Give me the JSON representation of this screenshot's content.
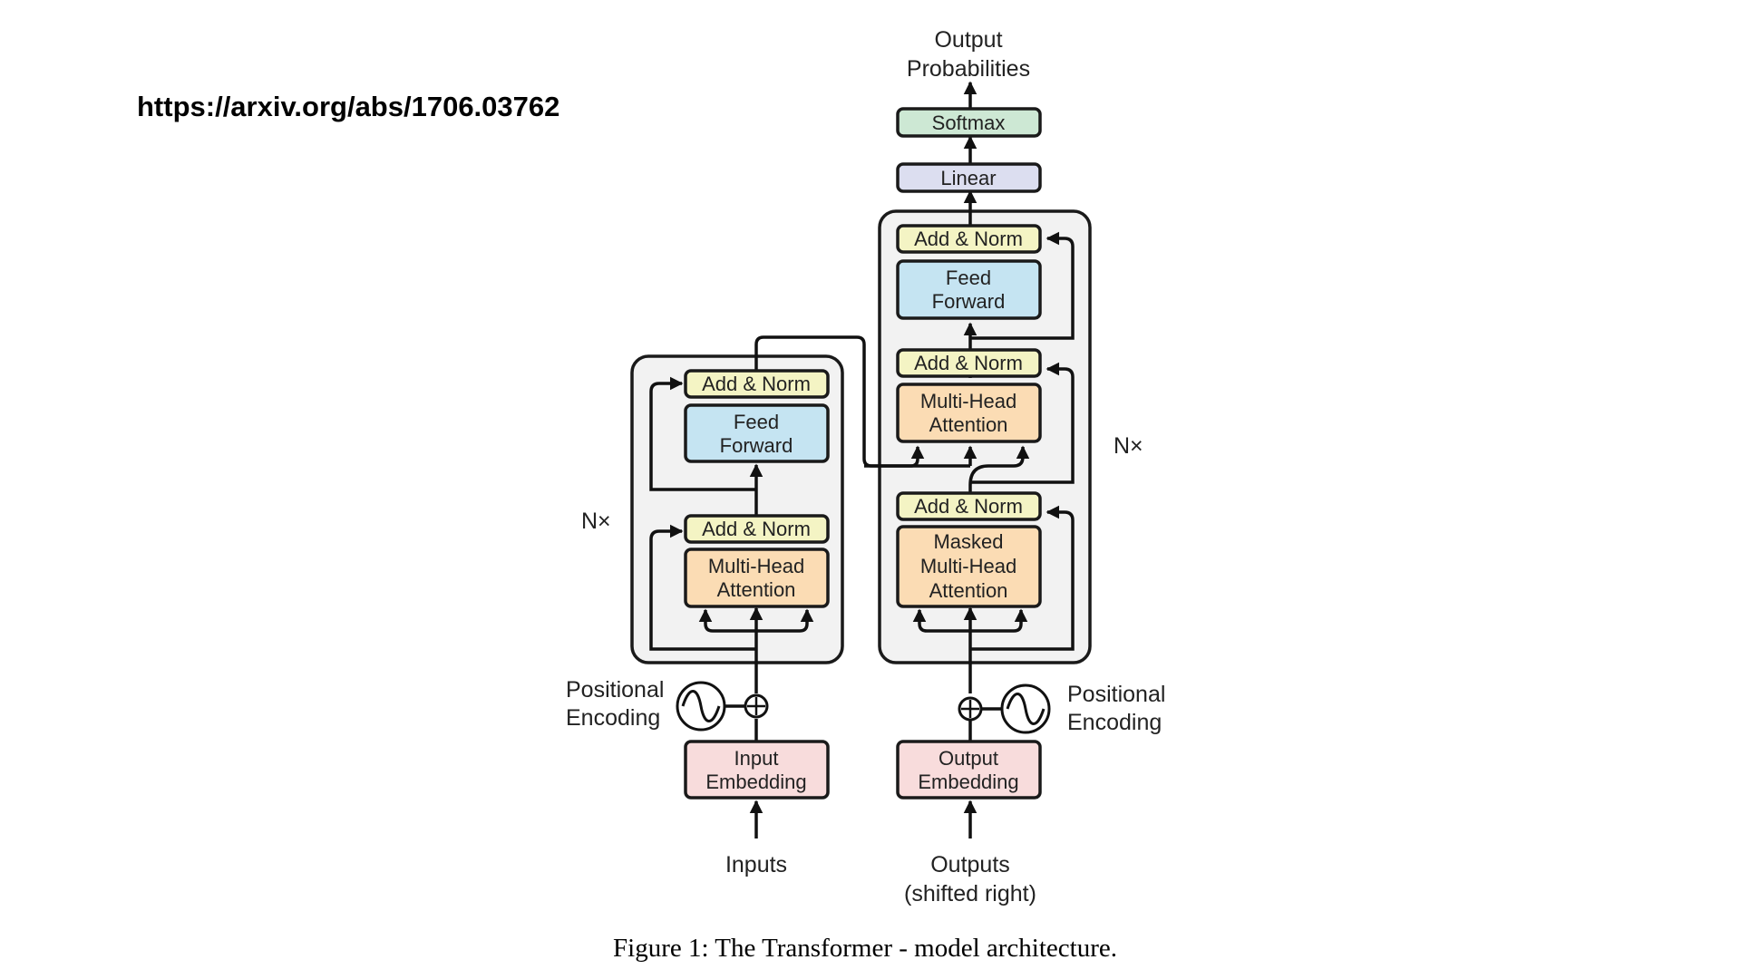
{
  "url": "https://arxiv.org/abs/1706.03762",
  "caption": "Figure 1: The Transformer - model architecture.",
  "colors": {
    "add_norm": "#f4f4c4",
    "feed_forward": "#c5e4f2",
    "attention": "#fbdcb4",
    "embedding": "#f8dcdc",
    "linear": "#dcdef0",
    "softmax": "#cde8d4",
    "frame": "#f2f2f2"
  },
  "output": {
    "line1": "Output",
    "line2": "Probabilities"
  },
  "decoder_top": {
    "softmax": "Softmax",
    "linear": "Linear"
  },
  "encoder": {
    "add_norm_top": "Add & Norm",
    "ff_line1": "Feed",
    "ff_line2": "Forward",
    "add_norm_bottom": "Add & Norm",
    "attn_line1": "Multi-Head",
    "attn_line2": "Attention",
    "nx": "N×",
    "pe_line1": "Positional",
    "pe_line2": "Encoding",
    "emb_line1": "Input",
    "emb_line2": "Embedding",
    "input_label": "Inputs"
  },
  "decoder": {
    "add_norm_top": "Add & Norm",
    "ff_line1": "Feed",
    "ff_line2": "Forward",
    "add_norm_mid": "Add & Norm",
    "attn_line1": "Multi-Head",
    "attn_line2": "Attention",
    "add_norm_bottom": "Add & Norm",
    "masked_line1": "Masked",
    "masked_line2": "Multi-Head",
    "masked_line3": "Attention",
    "nx": "N×",
    "pe_line1": "Positional",
    "pe_line2": "Encoding",
    "emb_line1": "Output",
    "emb_line2": "Embedding",
    "input_line1": "Outputs",
    "input_line2": "(shifted right)"
  }
}
